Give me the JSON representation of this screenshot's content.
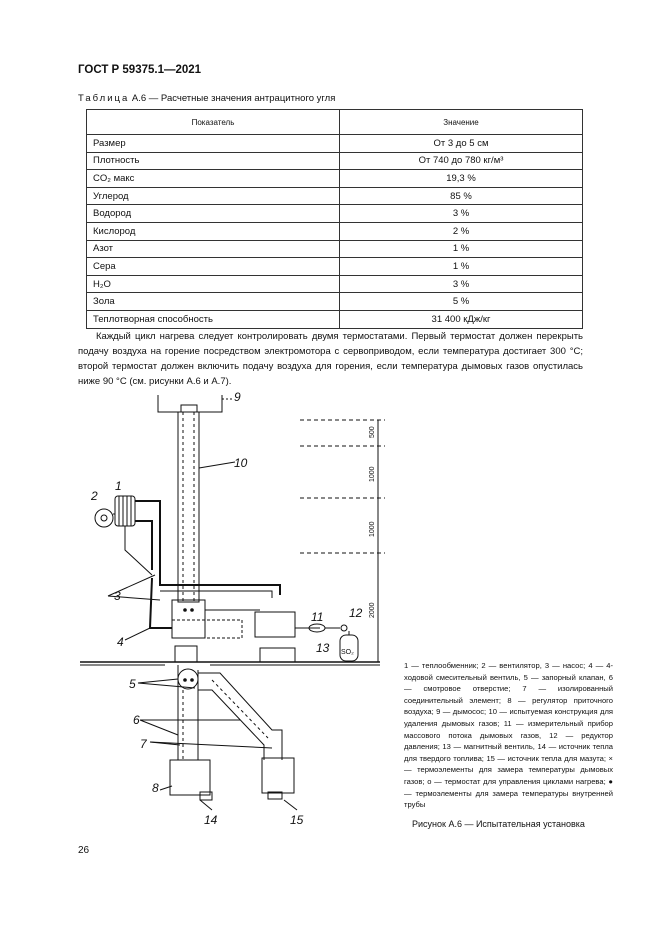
{
  "header": {
    "standard": "ГОСТ Р 59375.1—2021"
  },
  "table": {
    "caption_prefix": "Таблица",
    "caption_rest": "А.6 — Расчетные значения антрацитного угля",
    "columns": [
      "Показатель",
      "Значение"
    ],
    "rows": [
      {
        "name": "Размер",
        "value": "От 3 до 5 см"
      },
      {
        "name": "Плотность",
        "value": "От 740 до 780 кг/м³"
      },
      {
        "name": "CO₂ макс",
        "value": "19,3 %"
      },
      {
        "name": "Углерод",
        "value": "85 %"
      },
      {
        "name": "Водород",
        "value": "3 %"
      },
      {
        "name": "Кислород",
        "value": "2 %"
      },
      {
        "name": "Азот",
        "value": "1 %"
      },
      {
        "name": "Сера",
        "value": "1 %"
      },
      {
        "name": "H₂O",
        "value": "3 %"
      },
      {
        "name": "Зола",
        "value": "5 %"
      },
      {
        "name": "Теплотворная способность",
        "value": "31 400 кДж/кг"
      }
    ]
  },
  "paragraph": "Каждый цикл нагрева следует контролировать двумя термостатами. Первый термостат должен перекрыть подачу воздуха на горение посредством электромотора с сервоприводом, если температура достигает 300 °С; второй термостат должен включить подачу воздуха для горения, если температура дымовых газов опустилась ниже 90 °С (см. рисунки А.6 и А.7).",
  "figure": {
    "labels": {
      "n1": "1",
      "n2": "2",
      "n3": "3",
      "n4": "4",
      "n5": "5",
      "n6": "6",
      "n7": "7",
      "n8": "8",
      "n9": "9",
      "n10": "10",
      "n11": "11",
      "n12": "12",
      "n13": "13",
      "n14": "14",
      "n15": "15",
      "so2": "SO₂"
    },
    "dimensions": [
      "500",
      "1000",
      "1000",
      "2000"
    ],
    "legend": "1 — теплообменник; 2 — вентилятор, 3 — насос; 4 — 4-ходовой смесительный вентиль, 5 — запорный клапан, 6 — смотровое отверстие; 7 — изолированный соединительный элемент; 8 — регулятор приточного воздуха; 9 — дымосос; 10 — испытуемая конструкция для удаления дымовых газов; 11 — измерительный прибор массового потока дымовых газов, 12 — редуктор давления; 13 — магнитный вентиль, 14 — источник тепла для твердого топлива; 15 — источник тепла для мазута; × — термоэлементы для замера температуры дымовых газов; о — термостат для управления циклами нагрева; ● — термоэлементы для замера температуры внутренней трубы",
    "caption": "Рисунок А.6 — Испытательная установка"
  },
  "page_number": "26"
}
